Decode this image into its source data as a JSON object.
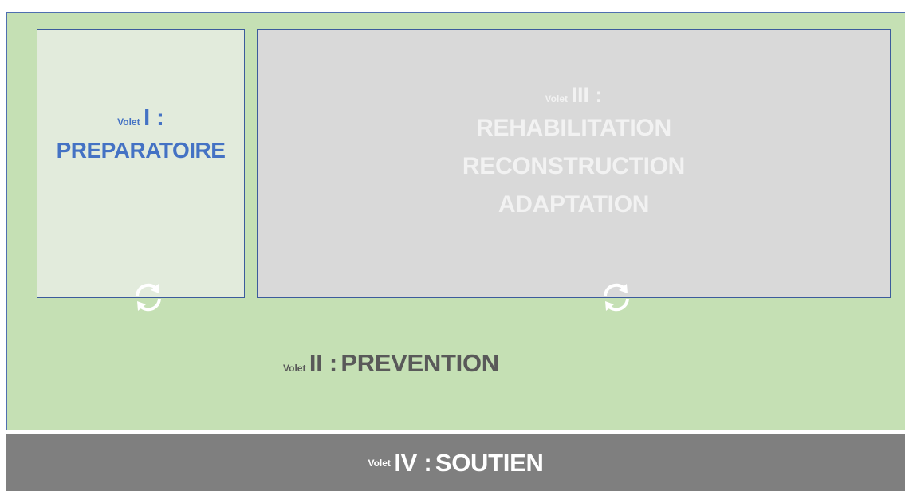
{
  "volet_word": "Volet",
  "volet_1": {
    "number": "I :",
    "titles": [
      "PREPARATOIRE"
    ]
  },
  "volet_2": {
    "number": "II :",
    "title": "PREVENTION"
  },
  "volet_3": {
    "number": "III :",
    "titles": [
      "REHABILITATION",
      "RECONSTRUCTION",
      "ADAPTATION"
    ]
  },
  "volet_4": {
    "number": "IV :",
    "title": "SOUTIEN"
  },
  "icons": [
    "cycle-refresh-icon",
    "cycle-refresh-icon"
  ],
  "colors": {
    "prevention_bg": "#c5e0b4",
    "preparatoire_bg": "#e2ebdc",
    "preparatoire_text": "#4472c4",
    "rehab_bg": "#d9d9d9",
    "rehab_text": "#f2f2f2",
    "prevention_text": "#595959",
    "soutien_bg": "#7f7f7f",
    "soutien_text": "#ffffff",
    "border": "#3c5b9c"
  }
}
